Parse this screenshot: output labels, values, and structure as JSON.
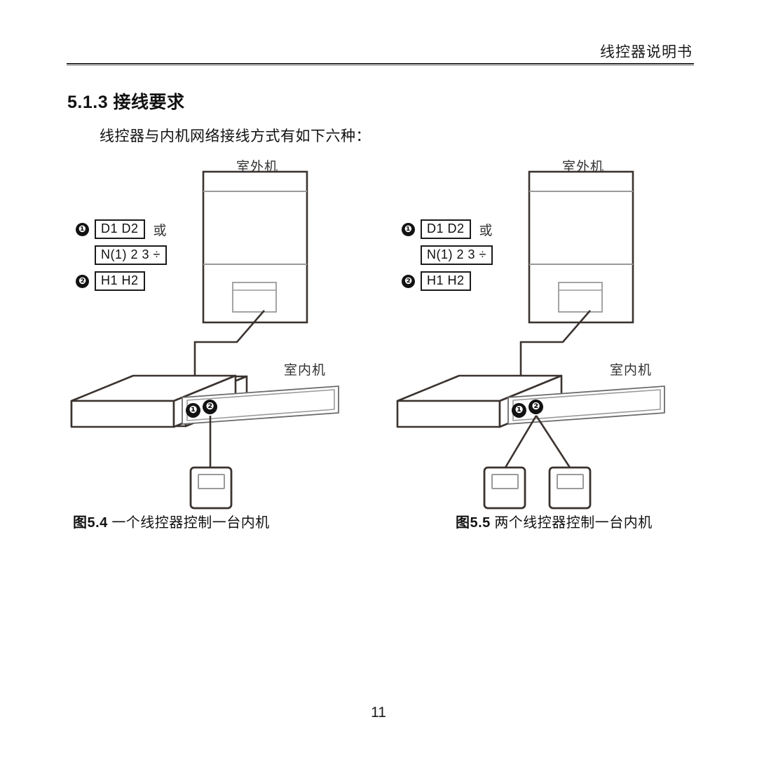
{
  "document": {
    "header_title": "线控器说明书",
    "page_number": "11"
  },
  "section": {
    "heading": "5.1.3 接线要求",
    "intro": "线控器与内机网络接线方式有如下六种："
  },
  "figures": [
    {
      "id": "fig-5-4",
      "caption_number": "图5.4",
      "caption_text": "一个线控器控制一台内机",
      "outdoor_unit_label": "室外机",
      "indoor_unit_label": "室内机",
      "controller_count": 2,
      "legend": [
        {
          "bullet": "❶",
          "terminal": "D1 D2",
          "suffix": "或"
        },
        {
          "bullet": "",
          "terminal": "N(1) 2 3 ÷",
          "suffix": ""
        },
        {
          "bullet": "❷",
          "terminal": "H1 H2",
          "suffix": ""
        }
      ],
      "markers": [
        {
          "label": "❶"
        },
        {
          "label": "❷"
        }
      ],
      "controllers": 1
    },
    {
      "id": "fig-5-5",
      "caption_number": "图5.5",
      "caption_text": "两个线控器控制一台内机",
      "outdoor_unit_label": "室外机",
      "indoor_unit_label": "室内机",
      "controller_count": 2,
      "legend": [
        {
          "bullet": "❶",
          "terminal": "D1 D2",
          "suffix": "或"
        },
        {
          "bullet": "",
          "terminal": "N(1) 2 3 ÷",
          "suffix": ""
        },
        {
          "bullet": "❷",
          "terminal": "H1 H2",
          "suffix": ""
        }
      ],
      "markers": [
        {
          "label": "❶"
        },
        {
          "label": "❷"
        }
      ],
      "controllers": 2
    }
  ],
  "colors": {
    "ink": "#1a1a1a",
    "line_dark": "#3b332f",
    "line_light": "#9a9a9a",
    "paper": "#ffffff"
  }
}
